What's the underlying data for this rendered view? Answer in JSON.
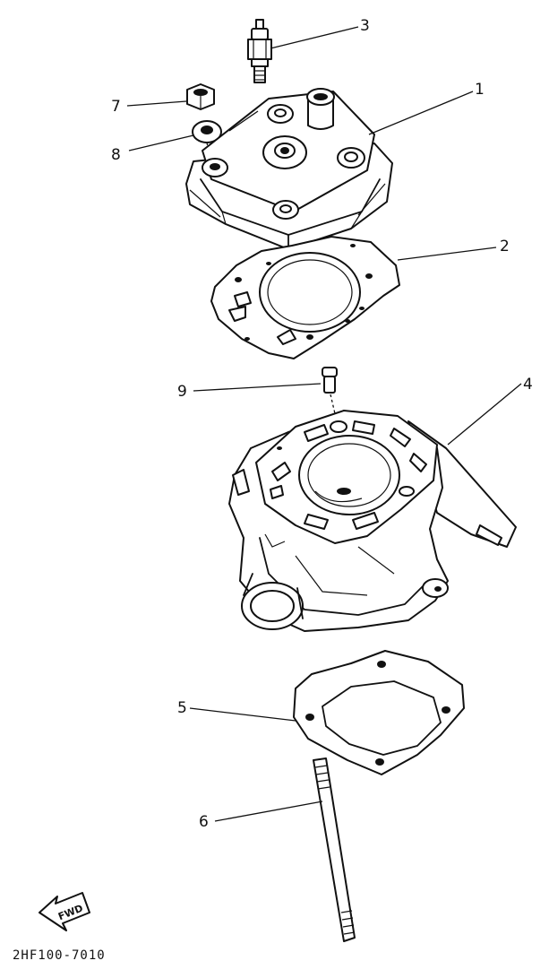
{
  "diagram_code": "2HF100-7010",
  "fwd_label": "FWD",
  "callouts": [
    {
      "id": "1",
      "label": "1"
    },
    {
      "id": "2",
      "label": "2"
    },
    {
      "id": "3",
      "label": "3"
    },
    {
      "id": "4",
      "label": "4"
    },
    {
      "id": "5",
      "label": "5"
    },
    {
      "id": "6",
      "label": "6"
    },
    {
      "id": "7",
      "label": "7"
    },
    {
      "id": "8",
      "label": "8"
    },
    {
      "id": "9",
      "label": "9"
    }
  ]
}
